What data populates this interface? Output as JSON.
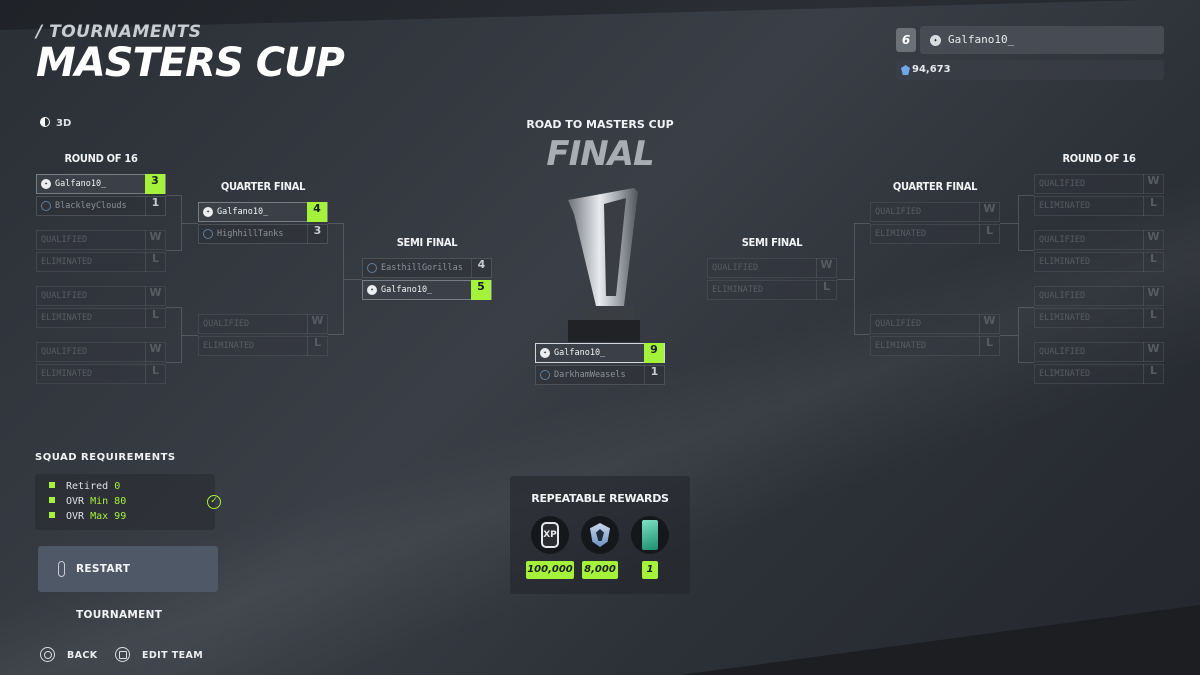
{
  "header": {
    "breadcrumb": "/ TOURNAMENTS",
    "title": "MASTERS CUP"
  },
  "user": {
    "badge": "6",
    "name": "Galfano10_",
    "coins": "94,673"
  },
  "view_mode": "3D",
  "left_bracket": {
    "round_of_16_label": "ROUND OF 16",
    "quarter_final_label": "QUARTER FINAL",
    "semi_final_label": "SEMI FINAL",
    "r16": [
      {
        "top": {
          "name": "Galfano10_",
          "score": "3"
        },
        "bottom": {
          "name": "BlackleyClouds",
          "score": "1"
        }
      },
      {
        "top": {
          "name": "QUALIFIED",
          "score": "W"
        },
        "bottom": {
          "name": "ELIMINATED",
          "score": "L"
        }
      },
      {
        "top": {
          "name": "QUALIFIED",
          "score": "W"
        },
        "bottom": {
          "name": "ELIMINATED",
          "score": "L"
        }
      },
      {
        "top": {
          "name": "QUALIFIED",
          "score": "W"
        },
        "bottom": {
          "name": "ELIMINATED",
          "score": "L"
        }
      }
    ],
    "qf": [
      {
        "top": {
          "name": "Galfano10_",
          "score": "4"
        },
        "bottom": {
          "name": "HighhillTanks",
          "score": "3"
        }
      },
      {
        "top": {
          "name": "QUALIFIED",
          "score": "W"
        },
        "bottom": {
          "name": "ELIMINATED",
          "score": "L"
        }
      }
    ],
    "sf": {
      "top": {
        "name": "EasthillGorillas",
        "score": "4"
      },
      "bottom": {
        "name": "Galfano10_",
        "score": "5"
      }
    }
  },
  "right_bracket": {
    "round_of_16_label": "ROUND OF 16",
    "quarter_final_label": "QUARTER FINAL",
    "semi_final_label": "SEMI FINAL",
    "r16": [
      {
        "top": {
          "name": "QUALIFIED",
          "score": "W"
        },
        "bottom": {
          "name": "ELIMINATED",
          "score": "L"
        }
      },
      {
        "top": {
          "name": "QUALIFIED",
          "score": "W"
        },
        "bottom": {
          "name": "ELIMINATED",
          "score": "L"
        }
      },
      {
        "top": {
          "name": "QUALIFIED",
          "score": "W"
        },
        "bottom": {
          "name": "ELIMINATED",
          "score": "L"
        }
      },
      {
        "top": {
          "name": "QUALIFIED",
          "score": "W"
        },
        "bottom": {
          "name": "ELIMINATED",
          "score": "L"
        }
      }
    ],
    "qf": [
      {
        "top": {
          "name": "QUALIFIED",
          "score": "W"
        },
        "bottom": {
          "name": "ELIMINATED",
          "score": "L"
        }
      },
      {
        "top": {
          "name": "QUALIFIED",
          "score": "W"
        },
        "bottom": {
          "name": "ELIMINATED",
          "score": "L"
        }
      }
    ],
    "sf": {
      "top": {
        "name": "QUALIFIED",
        "score": "W"
      },
      "bottom": {
        "name": "ELIMINATED",
        "score": "L"
      }
    }
  },
  "final": {
    "road_label": "ROAD TO MASTERS CUP",
    "title": "FINAL",
    "top": {
      "name": "Galfano10_",
      "score": "9"
    },
    "bottom": {
      "name": "DarkhamWeasels",
      "score": "1"
    }
  },
  "squad_requirements": {
    "title": "SQUAD REQUIREMENTS",
    "items": [
      {
        "label": "Retired",
        "value": "0"
      },
      {
        "label": "OVR",
        "value": "Min 80"
      },
      {
        "label": "OVR",
        "value": "Max 99"
      }
    ]
  },
  "restart_button": "RESTART TOURNAMENT",
  "rewards": {
    "title": "REPEATABLE REWARDS",
    "items": [
      {
        "icon": "pack-icon",
        "value": "100,000"
      },
      {
        "icon": "shield-icon",
        "value": "8,000"
      },
      {
        "icon": "card-icon",
        "value": "1"
      }
    ]
  },
  "footer": {
    "back": "BACK",
    "edit_team": "EDIT TEAM"
  },
  "colors": {
    "accent": "#a4f33a",
    "background": "#33373e"
  }
}
